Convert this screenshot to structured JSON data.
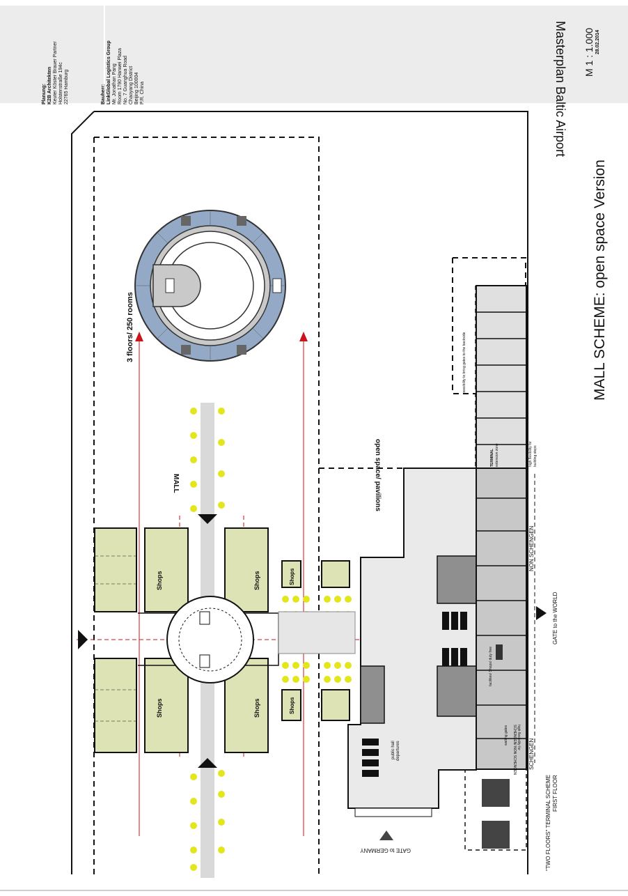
{
  "title_block": {
    "project_title": "Masterplan Baltic Airport",
    "scale": "M 1 : 1.000",
    "date": "28.02.2014",
    "planning": {
      "heading": "Planung:",
      "company": "K2B Architekten",
      "lines": [
        "Keuter Köster Brauer Partner",
        "Holstenstraße 194c",
        "22765 Hamburg"
      ]
    },
    "client": {
      "heading": "Bauherr:",
      "company": "LinkGlobal Logistics Group",
      "lines": [
        "Mr. Jonathan Pang",
        "Room 1790 Hanwei Plaza",
        "No. 7 Guanghua Road",
        "Chaoyang District",
        "Beijing 100004",
        "P.R. China"
      ]
    }
  },
  "sheet_title": "MALL SCHEME: open space Version",
  "labels": {
    "hotel": "3 floors/ 250 rooms",
    "mall": "MALL",
    "open_space": "open space/ pavilions",
    "shops": "Shops",
    "possibility": "possibility to bring gates to the backside",
    "terminal": "TERMINAL",
    "extension_zone": "extension zone",
    "high_flex_steps_1": "high flexibility for",
    "high_flex_steps_2": "building steps",
    "non_schengen": "NON SCHENGEN",
    "gate_world": "GATE to the WORLD",
    "facilities": "facilities/ Shops/ duty free",
    "high_flex_schengen_1": "high flexibility for",
    "high_flex_schengen_2": "SCHENGEN/ NON SCHENGEN",
    "schengen": "SCHENGEN",
    "waiting_gates": "waiting gates",
    "two_floors_1": "\"TWO FLOORS\" TERMINAL SCHEME",
    "two_floors_2": "FIRST FLOOR",
    "public_hall_1": "public hall",
    "public_hall_2": "departures",
    "gate_germany": "GATE to GERMANY"
  },
  "colors": {
    "shop_fill": "#dde3b5",
    "hotel_room": "#93a9c6",
    "tree": "#e3e61c",
    "mall_path": "#d9d9d9",
    "terminal_light": "#eaeaea",
    "terminal_mid": "#c8c8c8",
    "terminal_dark": "#8f8f8f",
    "accent_red": "#c8161d",
    "header_band": "#ececec"
  }
}
